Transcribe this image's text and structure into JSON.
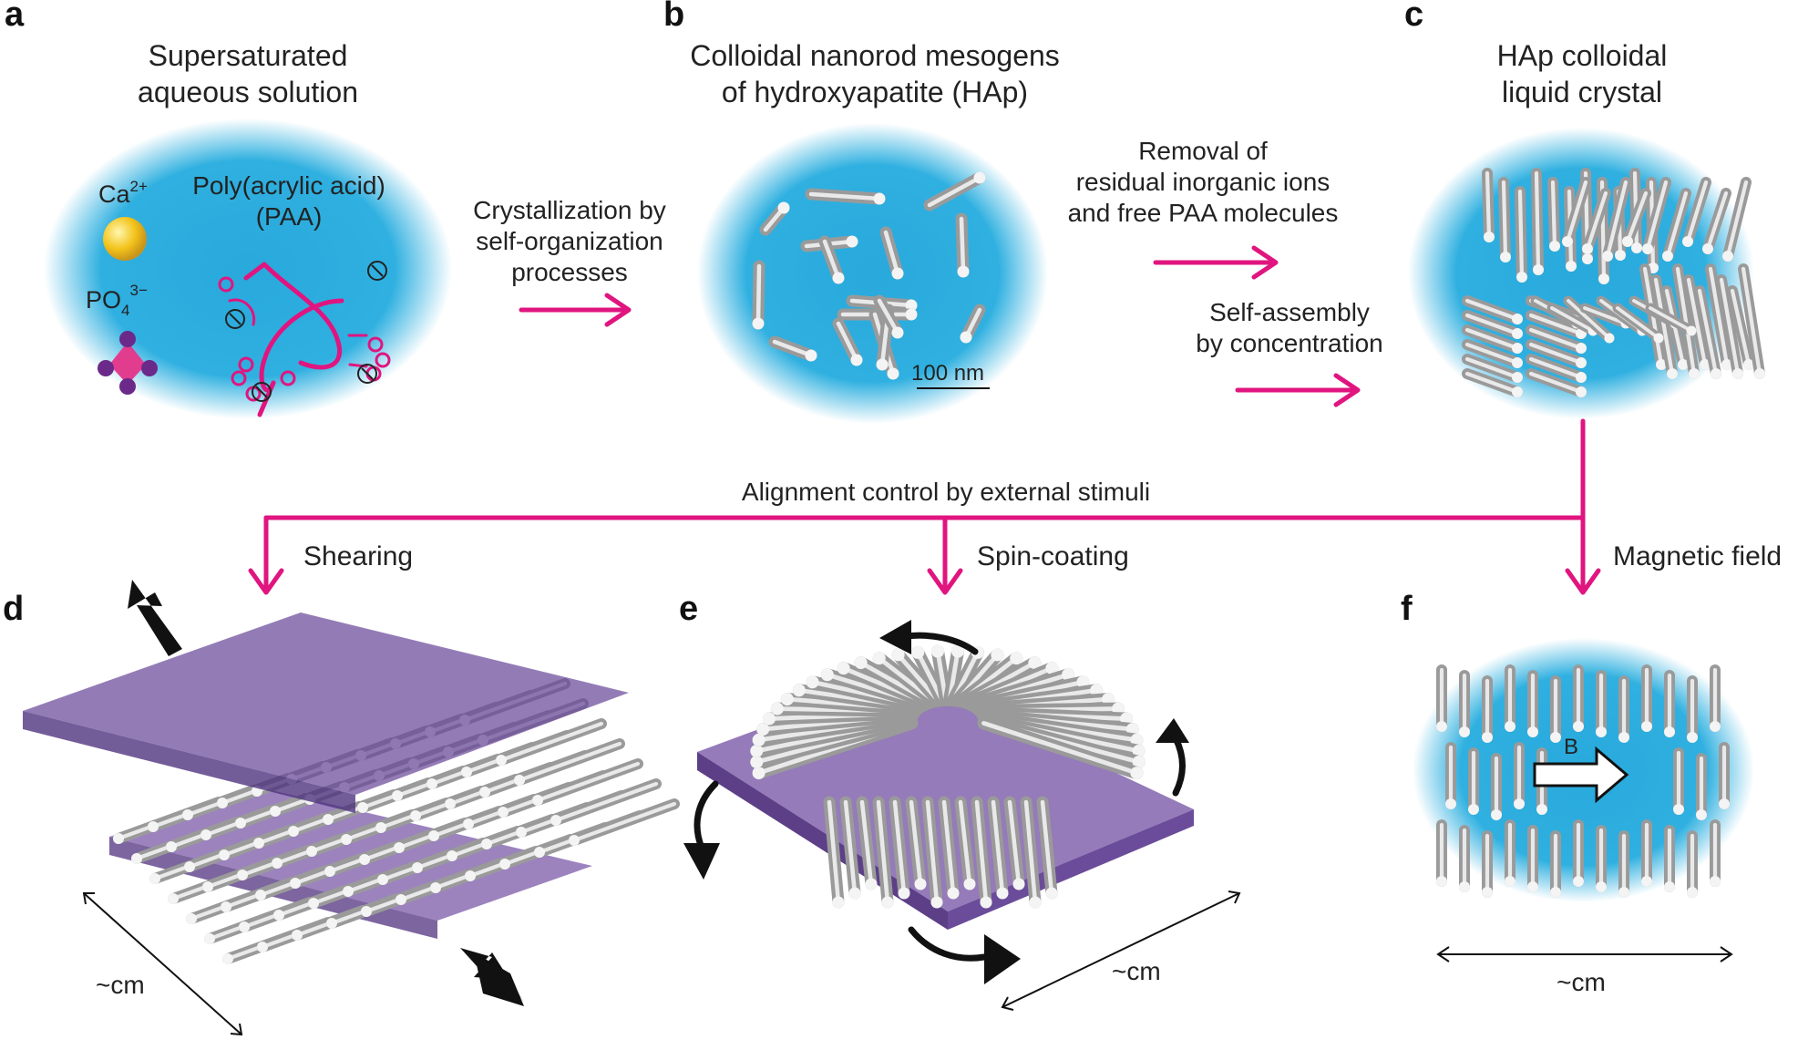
{
  "panels": {
    "a": {
      "letter": "a",
      "title_line1": "Supersaturated",
      "title_line2": "aqueous solution",
      "ca": "Ca",
      "ca_sup": "2+",
      "po": "PO",
      "po_sub": "4",
      "po_sup": "3−",
      "paa_line1": "Poly(acrylic acid)",
      "paa_line2": "(PAA)"
    },
    "b": {
      "letter": "b",
      "title_line1": "Colloidal nanorod mesogens",
      "title_line2": "of hydroxyapatite (HAp)",
      "scale_label": "100 nm"
    },
    "c": {
      "letter": "c",
      "title_line1": "HAp colloidal",
      "title_line2": "liquid crystal"
    },
    "d": {
      "letter": "d",
      "dim_label": "~cm"
    },
    "e": {
      "letter": "e",
      "dim_label": "~cm"
    },
    "f": {
      "letter": "f",
      "dim_label": "~cm",
      "field_label": "B"
    }
  },
  "steps": {
    "crystallization_line1": "Crystallization by",
    "crystallization_line2": "self-organization",
    "crystallization_line3": "processes",
    "removal_line1": "Removal of",
    "removal_line2": "residual inorganic ions",
    "removal_line3": "and free PAA molecules",
    "selfassembly_line1": "Self-assembly",
    "selfassembly_line2": "by concentration",
    "alignment": "Alignment control by external stimuli",
    "shearing": "Shearing",
    "spincoating": "Spin-coating",
    "magnetic": "Magnetic field"
  },
  "colors": {
    "accent_magenta": "#e0157f",
    "solution_blue": "#29a9dc",
    "substrate_purple": "#7b5aa8",
    "calcium_yellow": "#f3c31b",
    "phosphate_pink": "#e23c8f"
  }
}
